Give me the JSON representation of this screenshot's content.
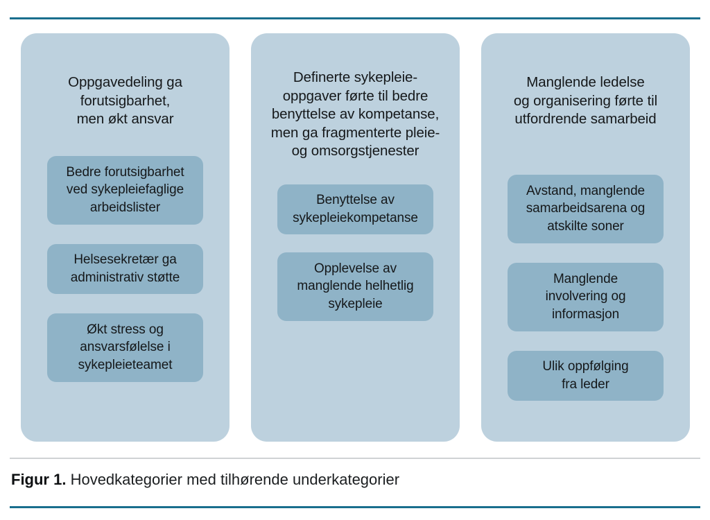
{
  "figure": {
    "accent_color": "#196e8d",
    "panel_color": "#bdd1de",
    "subcategory_color": "#8fb3c7",
    "separator_color": "#cfd2d4",
    "caption_label": "Figur 1.",
    "caption_text": " Hovedkategorier med tilhørende underkategorier"
  },
  "columns": [
    {
      "heading": "Oppgavedeling ga\nforutsigbarhet,\nmen økt ansvar",
      "subcategories": [
        {
          "text": "Bedre forutsigbarhet\nved sykepleiefaglige\narbeidslister",
          "lines": 3
        },
        {
          "text": "Helsesekretær ga\nadministrativ støtte",
          "lines": 2
        },
        {
          "text": "Økt stress og\nansvarsfølelse i\nsykepleieteamet",
          "lines": 3
        }
      ]
    },
    {
      "heading": "Definerte sykepleie-\noppgaver førte til bedre\nbenyttelse av kompetanse,\nmen ga fragmenterte pleie-\nog omsorgstjenester",
      "subcategories": [
        {
          "text": "Benyttelse av\nsykepleiekompetanse",
          "lines": 2
        },
        {
          "text": "Opplevelse av\nmanglende helhetlig\nsykepleie",
          "lines": 3
        }
      ]
    },
    {
      "heading": "Manglende ledelse\nog organisering førte til\nutfordrende samarbeid",
      "subcategories": [
        {
          "text": "Avstand, manglende\nsamarbeidsarena og\natskilte soner",
          "lines": 3
        },
        {
          "text": "Manglende\ninvolvering og\ninformasjon",
          "lines": 3
        },
        {
          "text": "Ulik oppfølging\nfra leder",
          "lines": 2
        }
      ]
    }
  ]
}
